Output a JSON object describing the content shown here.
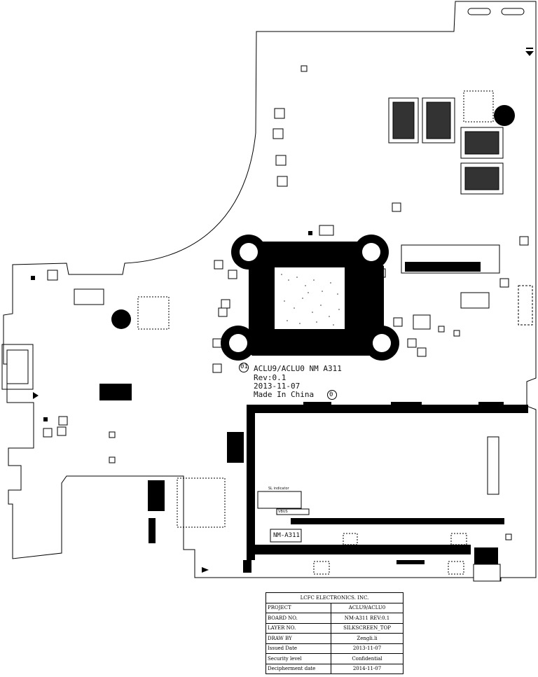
{
  "board": {
    "marking_line1": "ACLU9/ACLU0 NM A311",
    "marking_line2": "Rev:0.1",
    "marking_line3": "2013-11-07",
    "marking_line4": "Made In China",
    "marking_logo_left": "01",
    "marking_logo_right": "0",
    "label_nm": "NM-A311",
    "label_small_box": "SL indicator",
    "label_small_box2": "VBUS"
  },
  "title_block": {
    "company": "LCFC ELECTRONICS. INC.",
    "rows": [
      {
        "label": "PROJECT",
        "value": "ACLU9/ACLU0"
      },
      {
        "label": "BOARD NO.",
        "value": "NM-A311   REV:0.1"
      },
      {
        "label": "LAYER NO.",
        "value": "SILKSCREEN_TOP"
      },
      {
        "label": "DRAW BY",
        "value": "Zengli.li"
      },
      {
        "label": "Issued  Date",
        "value": "2013-11-07"
      },
      {
        "label": "Security level",
        "value": "Confidential"
      },
      {
        "label": "Decipherment date",
        "value": "2014-11-07"
      }
    ]
  }
}
